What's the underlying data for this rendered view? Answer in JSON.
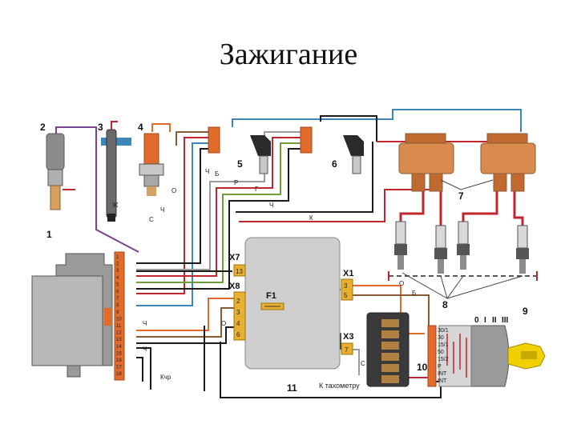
{
  "slide": {
    "title": "Зажигание"
  },
  "diagram": {
    "component_numbers": [
      "1",
      "2",
      "3",
      "4",
      "5",
      "6",
      "7",
      "8",
      "9",
      "10",
      "11"
    ],
    "connectors": {
      "x7": "X7",
      "x8": "X8",
      "x1": "X1",
      "x3": "X3",
      "fuse": "F1"
    },
    "tachometer_label": "К тахометру",
    "harness_pins": [
      "1",
      "2",
      "3",
      "4",
      "5",
      "6",
      "7",
      "8",
      "9",
      "10",
      "11",
      "12",
      "13",
      "14",
      "15",
      "16",
      "17",
      "18"
    ],
    "wire_letters": [
      "Б",
      "Р",
      "Г",
      "Ч",
      "Ч",
      "Ж",
      "С",
      "Ч",
      "О",
      "О",
      "Б",
      "С",
      "Ч",
      "Ч",
      "К",
      "О",
      "Кчр"
    ],
    "switch_positions": [
      "0",
      "I",
      "II",
      "III"
    ],
    "switch_terminals": [
      "30/1",
      "30",
      "15/1",
      "50",
      "15/2",
      "P",
      "INT",
      "INT"
    ],
    "x7_pin": "13",
    "x1_pins": [
      "3",
      "5"
    ],
    "x8_pins": [
      "2",
      "3",
      "4",
      "6"
    ],
    "x3_pin": "7",
    "colors": {
      "purple": "#7a3f96",
      "orange": "#e06b2a",
      "blue": "#3d86b8",
      "red": "#c0262d",
      "black": "#1a1a1a",
      "green": "#6f9d3a",
      "brown": "#8a5a36",
      "gray": "#9a9a9a",
      "module": "#cfcfcf",
      "coil": "#d88a4f"
    }
  }
}
